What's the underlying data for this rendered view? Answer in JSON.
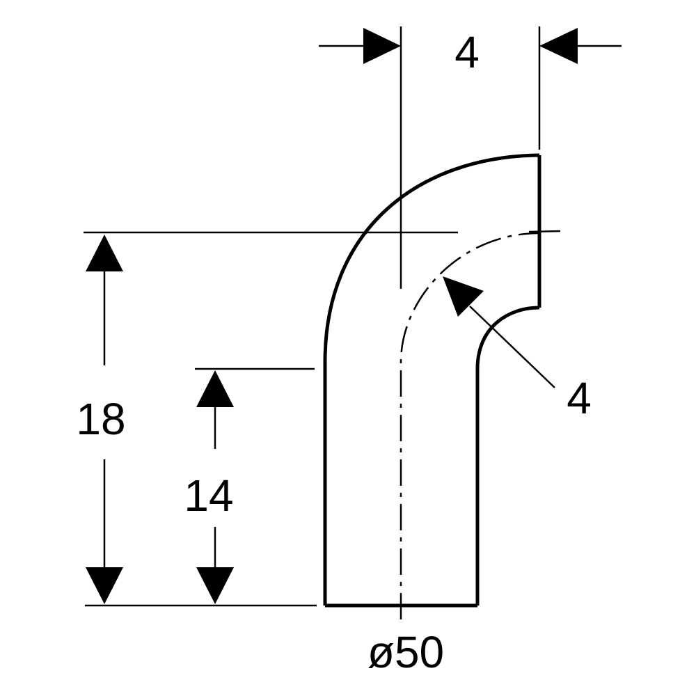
{
  "dimensions": {
    "top_offset": "4",
    "overall_height": "18",
    "straight_height": "14",
    "bend_offset": "4",
    "pipe_diameter": "ø50"
  },
  "colors": {
    "line": "#000000",
    "background": "#ffffff"
  }
}
